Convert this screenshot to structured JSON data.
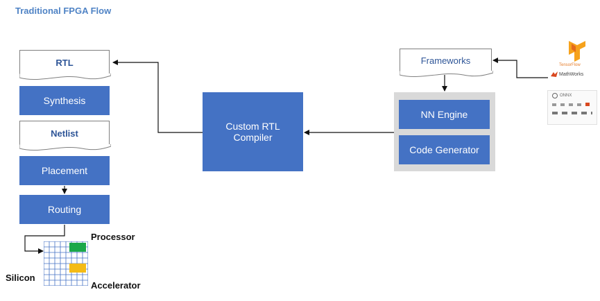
{
  "title": "Traditional FPGA Flow",
  "left_flow": {
    "rtl": "RTL",
    "synthesis": "Synthesis",
    "netlist": "Netlist",
    "placement": "Placement",
    "routing": "Routing"
  },
  "compiler": {
    "line1": "Custom RTL",
    "line2": "Compiler"
  },
  "right_flow": {
    "frameworks": "Frameworks",
    "nn_engine": "NN Engine",
    "code_generator": "Code Generator"
  },
  "silicon": {
    "processor": "Processor",
    "accelerator": "Accelerator",
    "silicon": "Silicon"
  },
  "logos": {
    "tensorflow": "TensorFlow",
    "mathworks": "MathWorks",
    "onnx": "ONNX"
  },
  "colors": {
    "accent_blue": "#4472c4",
    "title_blue": "#4f83c5",
    "processor_green": "#1aa84a",
    "accelerator_yellow": "#f4bb16",
    "panel_gray": "#d9d9d9"
  }
}
